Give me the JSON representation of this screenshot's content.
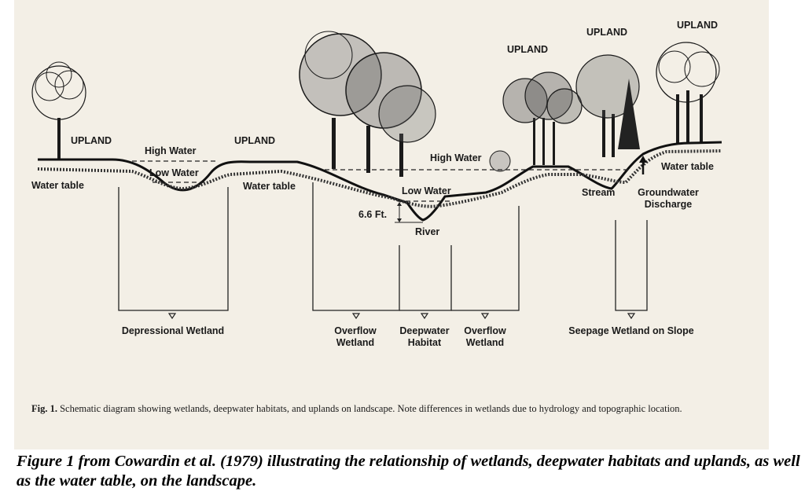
{
  "labels": {
    "upland_left": "UPLAND",
    "upland_mid": "UPLAND",
    "upland_r1": "UPLAND",
    "upland_r2": "UPLAND",
    "upland_r3": "UPLAND",
    "high_water_left": "High Water",
    "low_water_left": "Low Water",
    "water_table_left": "Water table",
    "water_table_mid": "Water table",
    "water_table_right": "Water table",
    "high_water_river": "High Water",
    "low_water_river": "Low Water",
    "depth": "6.6 Ft.",
    "river": "River",
    "stream": "Stream",
    "groundwater_discharge": "Groundwater\nDischarge",
    "depressional_wetland": "Depressional Wetland",
    "overflow_wetland_left": "Overflow\nWetland",
    "deepwater_habitat": "Deepwater\nHabitat",
    "overflow_wetland_right": "Overflow\nWetland",
    "seepage_wetland": "Seepage Wetland on Slope"
  },
  "caption": {
    "figure_label": "Fig. 1.",
    "text": "Schematic diagram showing wetlands, deepwater habitats, and uplands on landscape. Note differences in wetlands due to hydrology and topographic location."
  },
  "outer_caption": "Figure 1 from Cowardin et al. (1979) illustrating the relationship of wetlands, deepwater habitats and uplands, as well as the water table, on the landscape.",
  "colors": {
    "ink": "#1a1a1a",
    "paper": "#f3efe6"
  }
}
